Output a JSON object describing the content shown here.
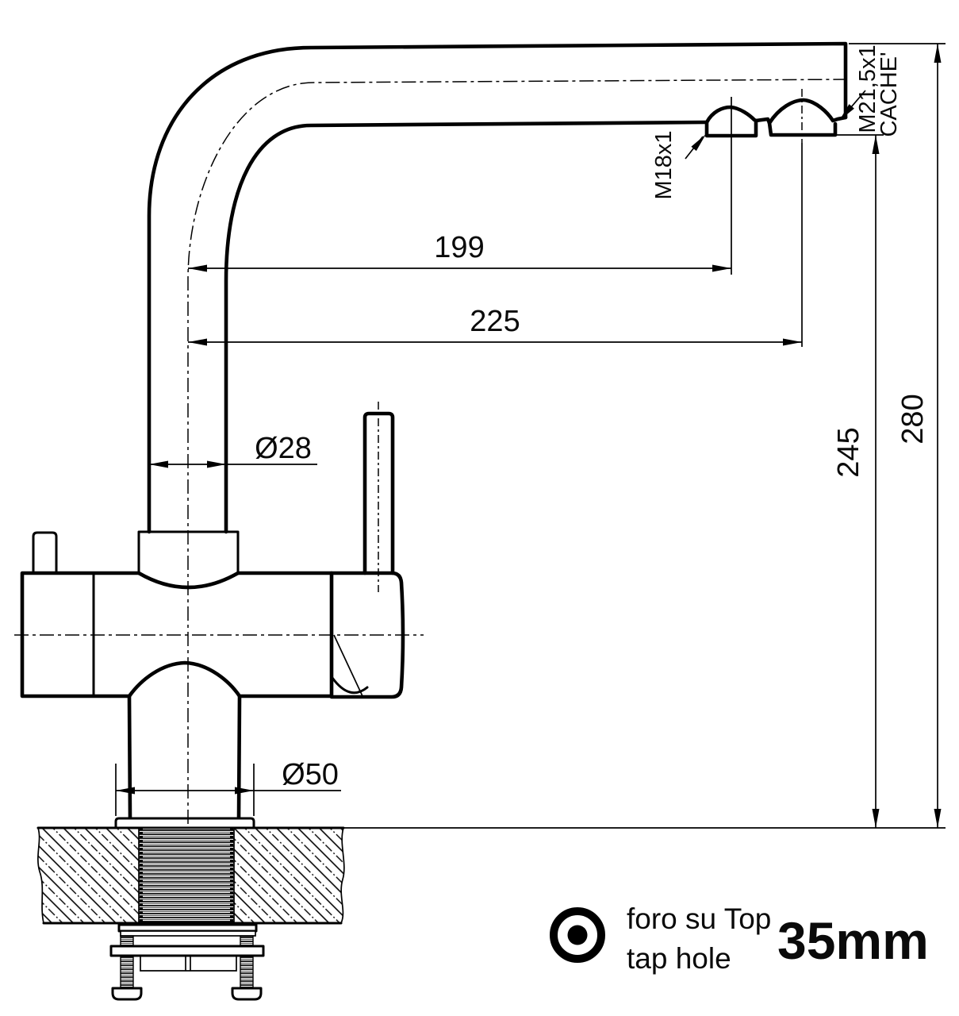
{
  "drawing": {
    "dimensions": {
      "reach_aerator": "199",
      "reach_tip": "225",
      "outlet_height": "245",
      "total_height": "280",
      "column_diameter": "Ø28",
      "base_diameter": "Ø50"
    },
    "thread_labels": {
      "side_aerator": "M18x1",
      "tip_aerator_line1": "M21,5x1",
      "tip_aerator_line2": "CACHE'"
    },
    "legend": {
      "tap_hole_it": "foro su Top",
      "tap_hole_en": "tap hole",
      "tap_hole_diameter": "35mm"
    },
    "colors": {
      "line": "#000000",
      "background": "#ffffff"
    }
  }
}
